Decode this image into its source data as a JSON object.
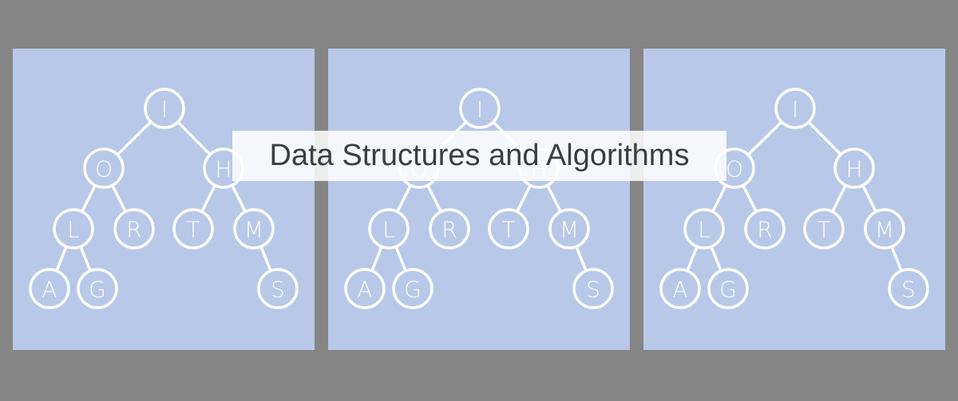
{
  "title": "Data Structures and Algorithms",
  "colors": {
    "background": "#858585",
    "panel": "#b8c8e8",
    "tree_stroke": "#ffffff",
    "title_text": "#3a3d45"
  },
  "panels": [
    {
      "name": "tree-panel-left"
    },
    {
      "name": "tree-panel-center"
    },
    {
      "name": "tree-panel-right"
    }
  ],
  "tree": {
    "nodes": [
      {
        "id": "I",
        "label": "I"
      },
      {
        "id": "O",
        "label": "O"
      },
      {
        "id": "H",
        "label": "H"
      },
      {
        "id": "L",
        "label": "L"
      },
      {
        "id": "R",
        "label": "R"
      },
      {
        "id": "T",
        "label": "T"
      },
      {
        "id": "M",
        "label": "M"
      },
      {
        "id": "A",
        "label": "A"
      },
      {
        "id": "G",
        "label": "G"
      },
      {
        "id": "S",
        "label": "S"
      }
    ],
    "edges": [
      [
        "I",
        "O"
      ],
      [
        "I",
        "H"
      ],
      [
        "O",
        "L"
      ],
      [
        "O",
        "R"
      ],
      [
        "H",
        "T"
      ],
      [
        "H",
        "M"
      ],
      [
        "L",
        "A"
      ],
      [
        "L",
        "G"
      ],
      [
        "M",
        "S"
      ]
    ]
  }
}
